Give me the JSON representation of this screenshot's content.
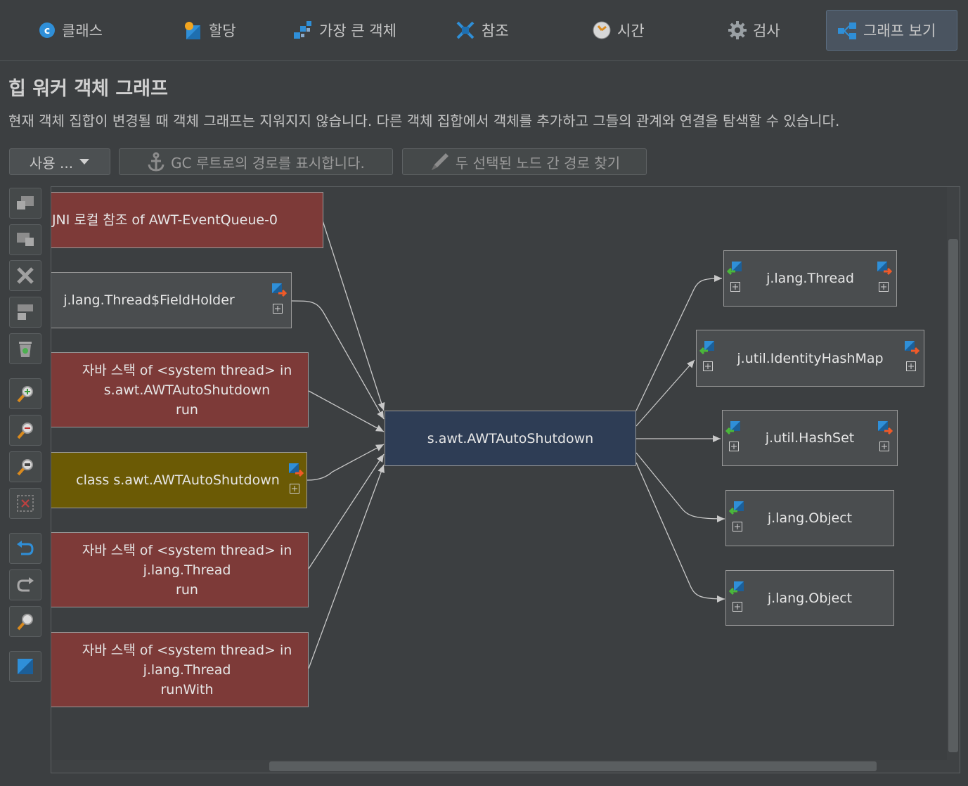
{
  "tabs": [
    {
      "label": "클래스",
      "icon": "class-c-icon"
    },
    {
      "label": "할당",
      "icon": "allocation-icon"
    },
    {
      "label": "가장 큰 객체",
      "icon": "biggest-objects-icon"
    },
    {
      "label": "참조",
      "icon": "references-icon"
    },
    {
      "label": "시간",
      "icon": "time-icon"
    },
    {
      "label": "검사",
      "icon": "inspections-gear-icon"
    },
    {
      "label": "그래프 보기",
      "icon": "graph-icon",
      "active": true
    }
  ],
  "page": {
    "title": "힙 워커 객체 그래프",
    "description": "현재 객체 집합이 변경될 때 객체 그래프는 지워지지 않습니다. 다른 객체 집합에서 객체를 추가하고 그들의 관계와 연결을 탐색할 수 있습니다."
  },
  "toolbar": {
    "use_label": "사용 ...",
    "gc_path_label": "GC 루트로의 경로를 표시합니다.",
    "find_path_label": "두 선택된 노드 간 경로 찾기"
  },
  "sidebar_icons": [
    "layout-left-icon",
    "layout-right-icon",
    "remove-x-icon",
    "cleanup-icon",
    "trash-icon",
    "zoom-in-icon",
    "zoom-out-icon",
    "zoom-actual-icon",
    "fit-selection-icon",
    "undo-icon",
    "redo-icon",
    "find-magnifier-icon",
    "export-graph-icon"
  ],
  "graph": {
    "left_nodes": [
      {
        "lines": [
          "JNI 로컬 참조 of AWT-EventQueue-0"
        ],
        "style": "red"
      },
      {
        "lines": [
          "j.lang.Thread$FieldHolder"
        ],
        "style": "gray"
      },
      {
        "lines": [
          "자바 스택 of <system thread> in",
          "s.awt.AWTAutoShutdown",
          "run"
        ],
        "style": "red"
      },
      {
        "lines": [
          "class s.awt.AWTAutoShutdown"
        ],
        "style": "olive"
      },
      {
        "lines": [
          "자바 스택 of <system thread> in",
          "j.lang.Thread",
          "run"
        ],
        "style": "red"
      },
      {
        "lines": [
          "자바 스택 of <system thread> in",
          "j.lang.Thread",
          "runWith"
        ],
        "style": "red"
      }
    ],
    "center_node": {
      "label": "s.awt.AWTAutoShutdown"
    },
    "right_nodes": [
      {
        "label": "j.lang.Thread"
      },
      {
        "label": "j.util.IdentityHashMap"
      },
      {
        "label": "j.util.HashSet"
      },
      {
        "label": "j.lang.Object"
      },
      {
        "label": "j.lang.Object"
      }
    ]
  },
  "colors": {
    "background": "#3c3f41",
    "node_red": "#7d3a38",
    "node_gray": "#4a4d4f",
    "node_olive": "#6b5a05",
    "node_navy": "#2e3d55",
    "edge": "#c8c8c8",
    "accent_blue": "#2f8fd8"
  }
}
